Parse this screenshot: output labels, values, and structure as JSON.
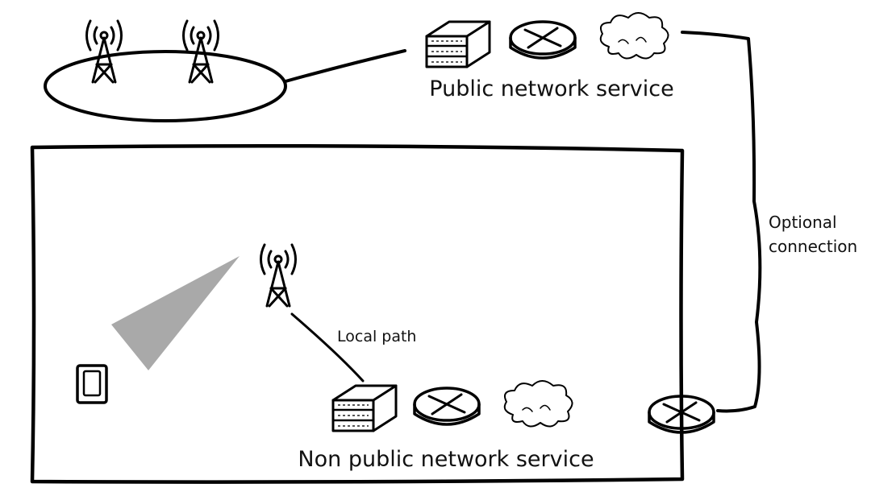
{
  "labels": {
    "public_service": "Public network service",
    "non_public_service": "Non public network service",
    "local_path": "Local path",
    "optional_connection_line1": "Optional",
    "optional_connection_line2": "connection"
  }
}
